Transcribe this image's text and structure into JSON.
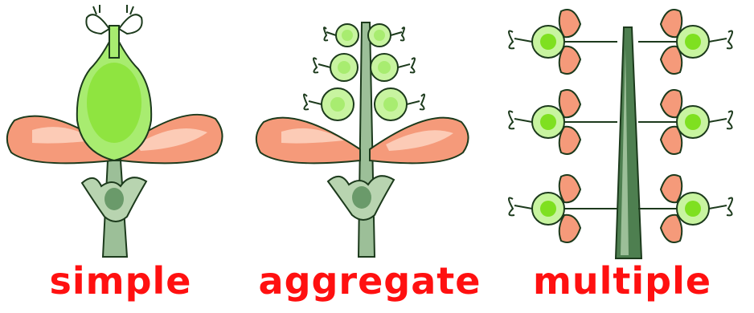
{
  "colors": {
    "caption": "#ff1010",
    "petal_fill": "#f59a7a",
    "petal_light": "#ffe0d0",
    "ovary_fill": "#a8ec70",
    "ovary_light": "#eaffd0",
    "ovary_core": "#7fe020",
    "stem": "#9cbf98",
    "stem_dark": "#4e7f50",
    "outline": "#1c3a1c"
  },
  "icons": [
    "simple-fruit-flower-icon",
    "aggregate-fruit-flower-icon",
    "multiple-fruit-inflorescence-icon"
  ],
  "captions": {
    "simple": "simple",
    "aggregate": "aggregate",
    "multiple": "multiple"
  }
}
